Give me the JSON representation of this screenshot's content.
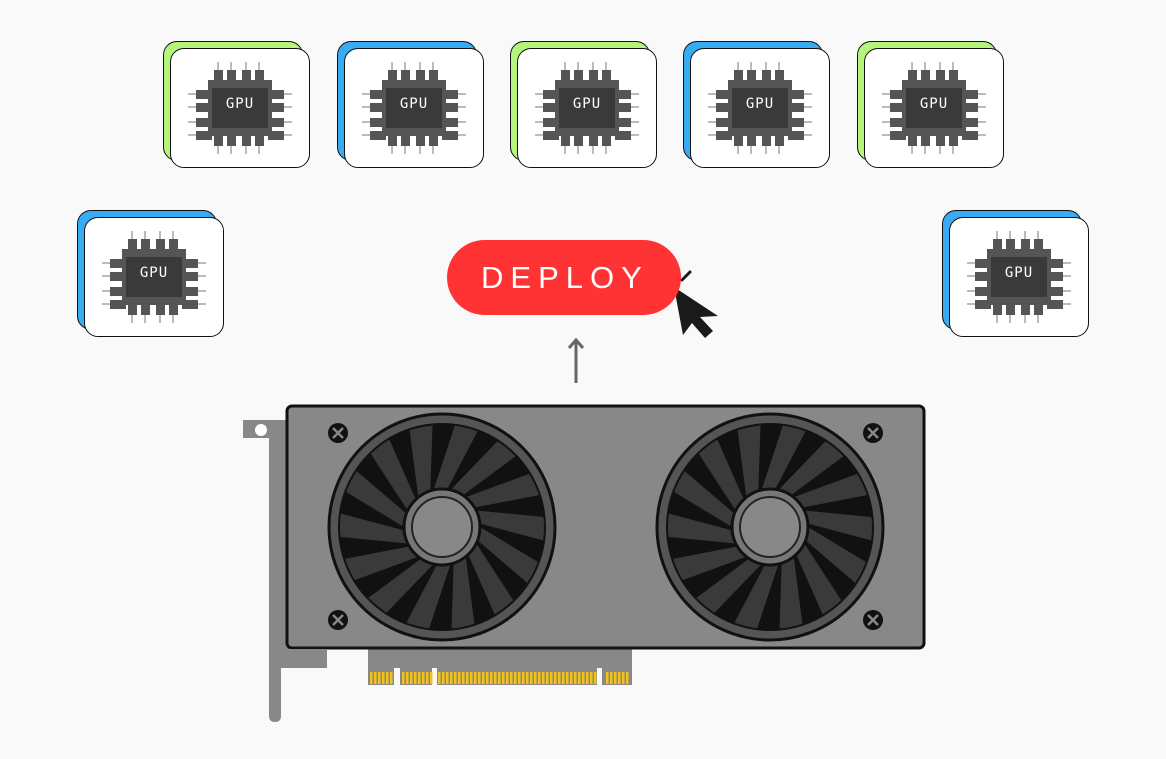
{
  "deploy_button": {
    "label": "DEPLOY"
  },
  "gpu_cards": [
    {
      "label": "GPU",
      "accent": "#b5f57c"
    },
    {
      "label": "GPU",
      "accent": "#38abf3"
    },
    {
      "label": "GPU",
      "accent": "#b5f57c"
    },
    {
      "label": "GPU",
      "accent": "#38abf3"
    },
    {
      "label": "GPU",
      "accent": "#b5f57c"
    },
    {
      "label": "GPU",
      "accent": "#38abf3"
    },
    {
      "label": "GPU",
      "accent": "#38abf3"
    }
  ],
  "colors": {
    "button": "#ff3333",
    "board": "#888888",
    "fan": "#333333",
    "gold": "#f2c21b"
  }
}
